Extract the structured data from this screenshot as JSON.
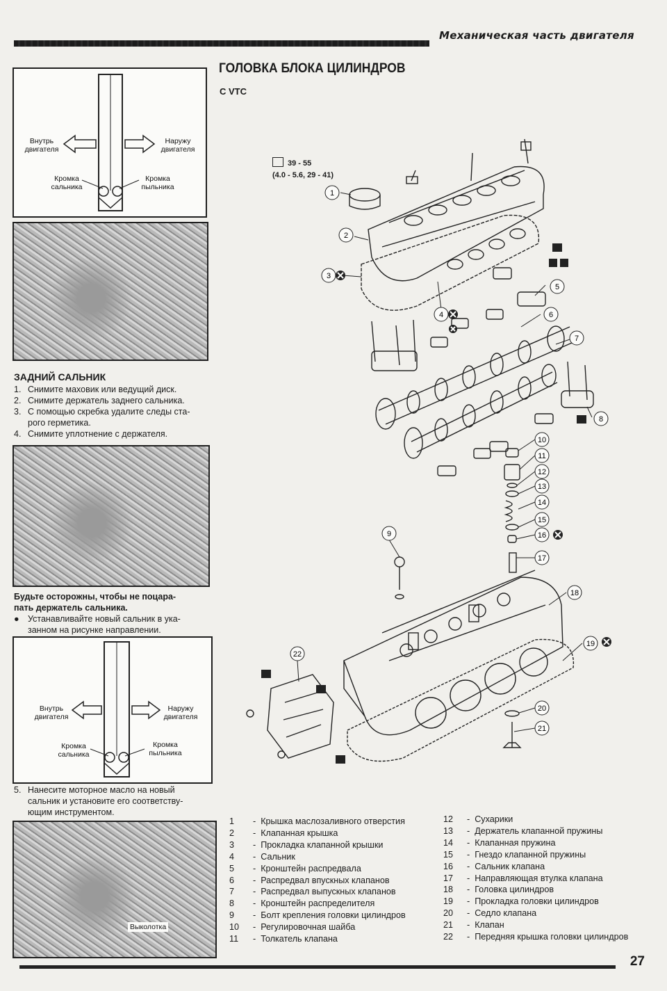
{
  "header": {
    "section": "Механическая часть двигателя"
  },
  "title": "ГОЛОВКА БЛОКА ЦИЛИНДРОВ",
  "subtitle": "С VTC",
  "figure_seal_top": {
    "inside": "Внутрь двигателя",
    "outside": "Наружу двигателя",
    "seal_lip": "Кромка сальника",
    "dust_lip": "Кромка пыльника"
  },
  "rear_seal": {
    "heading": "ЗАДНИЙ САЛЬНИК",
    "steps": [
      {
        "num": "1.",
        "text": "Снимите маховик или ведущий диск."
      },
      {
        "num": "2.",
        "text": "Снимите держатель заднего сальника."
      },
      {
        "num": "3.",
        "text": "С помощью скребка удалите следы ста-"
      },
      {
        "num": "",
        "text": "рого герметика."
      },
      {
        "num": "4.",
        "text": "Снимите уплотнение с держателя."
      }
    ],
    "warning_line1": "Будьте осторожны, чтобы не поцара-",
    "warning_line2": "пать держатель сальника.",
    "note_line1": "Устанавливайте новый сальник в ука-",
    "note_line2": "занном на рисунке направлении.",
    "step5_line1": "Нанесите моторное масло на новый",
    "step5_line2": "сальник и установите его соответству-",
    "step5_line3": "ющим инструментом.",
    "step5_num": "5.",
    "drift_label": "Выколотка"
  },
  "figure_seal_bottom": {
    "inside": "Внутрь двигателя",
    "outside": "Наружу двигателя",
    "seal_lip": "Кромка сальника",
    "dust_lip": "Кромка пыльника"
  },
  "torque": {
    "nm": "39 - 55",
    "kgf": "(4.0 - 5.6, 29 - 41)"
  },
  "parts_left": [
    {
      "n": "1",
      "name": "Крышка маслозаливного отверстия"
    },
    {
      "n": "2",
      "name": "Клапанная крышка"
    },
    {
      "n": "3",
      "name": "Прокладка клапанной крышки"
    },
    {
      "n": "4",
      "name": "Сальник"
    },
    {
      "n": "5",
      "name": "Кронштейн распредвала"
    },
    {
      "n": "6",
      "name": "Распредвал впускных клапанов"
    },
    {
      "n": "7",
      "name": "Распредвал выпускных клапанов"
    },
    {
      "n": "8",
      "name": "Кронштейн распределителя"
    },
    {
      "n": "9",
      "name": "Болт крепления головки цилиндров"
    },
    {
      "n": "10",
      "name": "Регулировочная шайба"
    },
    {
      "n": "11",
      "name": "Толкатель клапана"
    }
  ],
  "parts_right": [
    {
      "n": "12",
      "name": "Сухарики"
    },
    {
      "n": "13",
      "name": "Держатель клапанной пружины"
    },
    {
      "n": "14",
      "name": "Клапанная пружина"
    },
    {
      "n": "15",
      "name": "Гнездо клапанной пружины"
    },
    {
      "n": "16",
      "name": "Сальник клапана"
    },
    {
      "n": "17",
      "name": "Направляющая втулка клапана"
    },
    {
      "n": "18",
      "name": "Головка цилиндров"
    },
    {
      "n": "19",
      "name": "Прокладка головки цилиндров"
    },
    {
      "n": "20",
      "name": "Седло клапана"
    },
    {
      "n": "21",
      "name": "Клапан"
    },
    {
      "n": "22",
      "name": "Передняя крышка головки цилиндров"
    }
  ],
  "callouts": [
    "1",
    "2",
    "3",
    "4",
    "5",
    "6",
    "7",
    "8",
    "9",
    "10",
    "11",
    "12",
    "13",
    "14",
    "15",
    "16",
    "17",
    "18",
    "19",
    "20",
    "21",
    "22"
  ],
  "page_number": "27"
}
